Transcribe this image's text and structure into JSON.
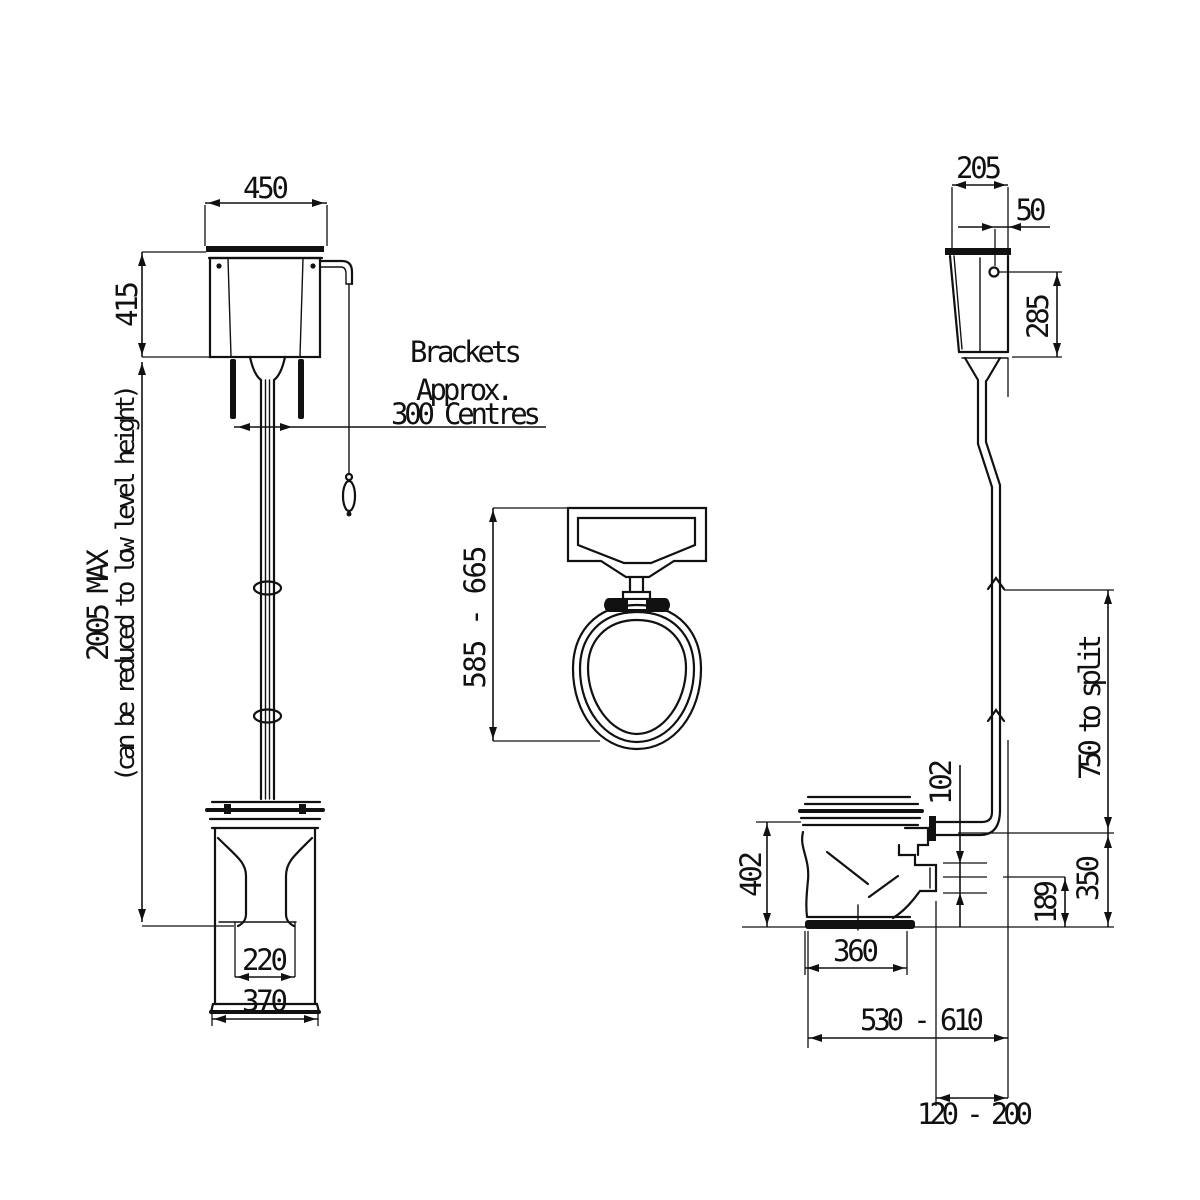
{
  "drawing": {
    "colors": {
      "line": "#111111",
      "background": "#ffffff"
    },
    "front_view": {
      "cistern_width": "450",
      "cistern_height": "415",
      "max_height": "2005 MAX",
      "max_height_note": "(can be reduced to low level height)",
      "outlet_width": "220",
      "pan_base_width": "370",
      "brackets_note": [
        "Brackets",
        "Approx.",
        "300 Centres"
      ]
    },
    "plan_view": {
      "seat_projection": "585 - 665"
    },
    "side_view": {
      "cistern_depth": "205",
      "fixing_hole_offset": "50",
      "fixing_hole_height": "285",
      "pipe_drop": "750 to split",
      "outlet_diameter": "102",
      "pan_height": "402",
      "pan_base_depth": "360",
      "outlet_centre_height": "189",
      "pipe_centre_height": "350",
      "pan_projection": "530 - 610",
      "outlet_to_wall": "120 - 200"
    }
  }
}
